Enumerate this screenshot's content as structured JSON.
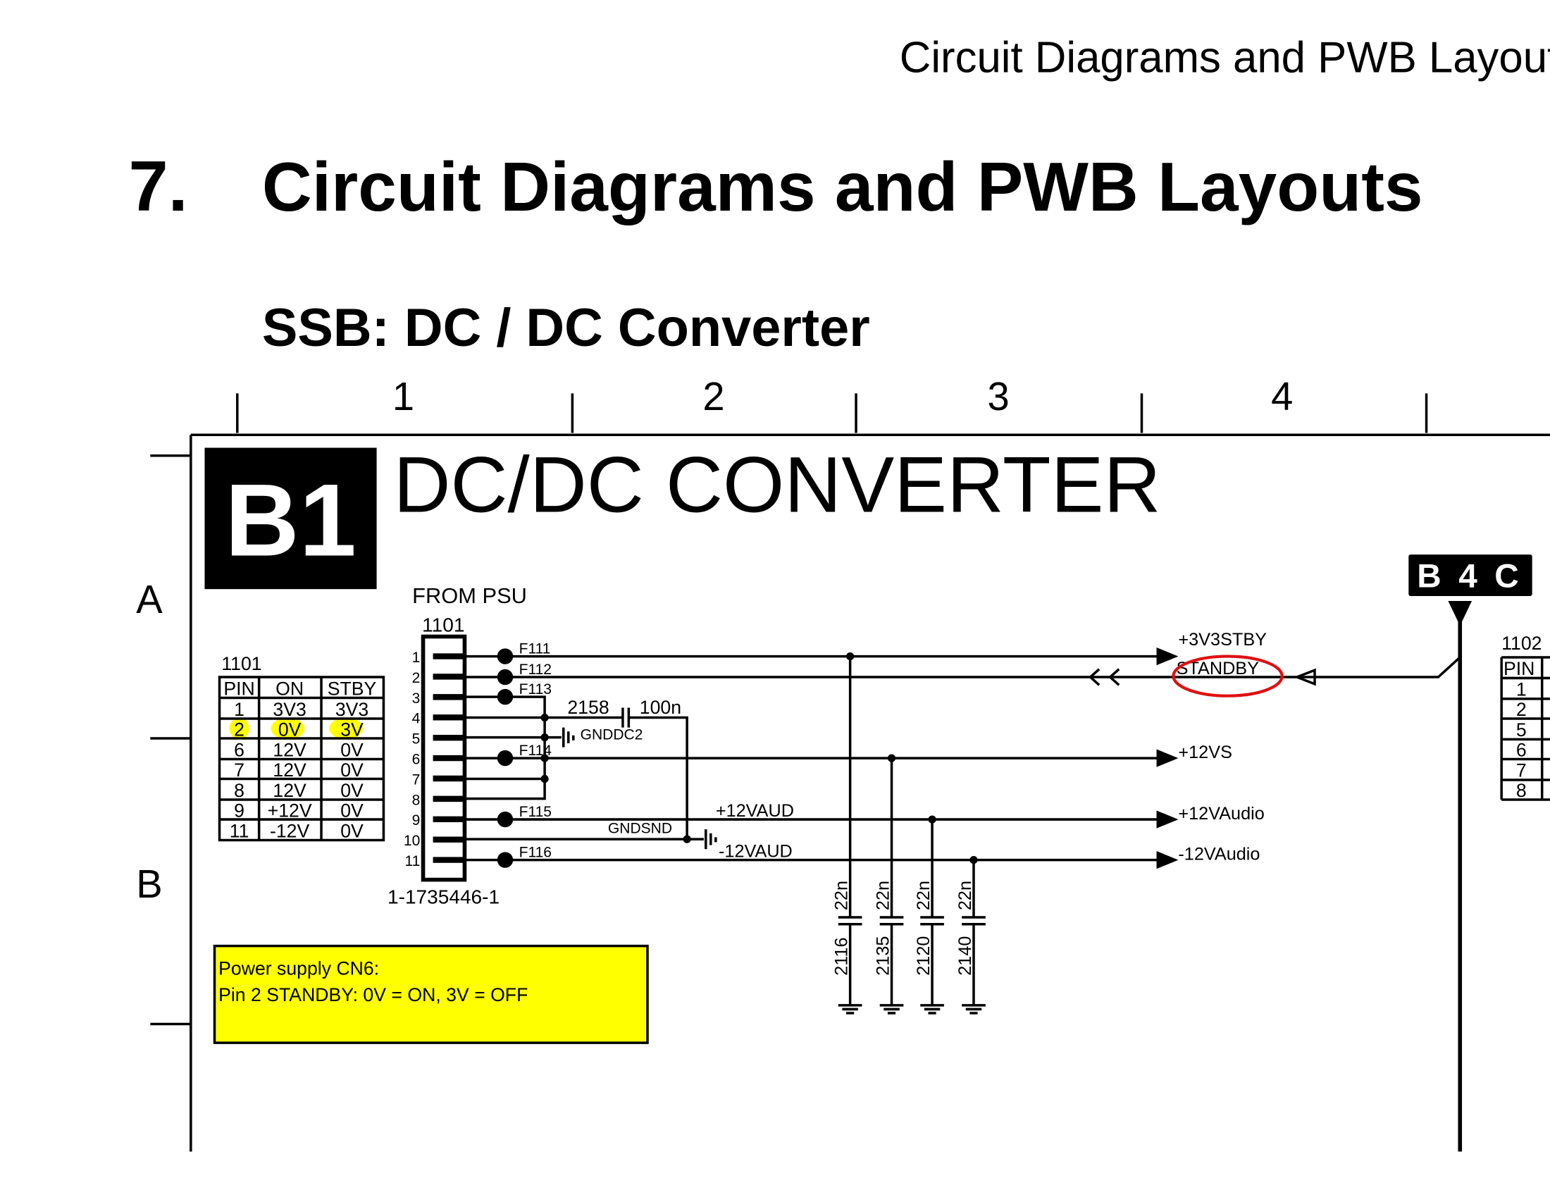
{
  "header": {
    "running_title": "Circuit Diagrams and PWB Layouts"
  },
  "chapter": {
    "number": "7.",
    "title": "Circuit Diagrams and PWB Layouts"
  },
  "section_title": "SSB: DC / DC Converter",
  "grid": {
    "columns": [
      "1",
      "2",
      "3",
      "4"
    ],
    "rows": [
      "A",
      "B"
    ]
  },
  "sheet": {
    "code": "B1",
    "title": "DC/DC CONVERTER",
    "ref_block": "B 4 C"
  },
  "connector": {
    "from": "FROM PSU",
    "ref": "1101",
    "part": "1-1735446-1",
    "pins": [
      "1",
      "2",
      "3",
      "4",
      "5",
      "6",
      "7",
      "8",
      "9",
      "10",
      "11"
    ]
  },
  "fuses": [
    "F111",
    "F112",
    "F113",
    "F114",
    "F115",
    "F116"
  ],
  "capacitor_2158": {
    "ref": "2158",
    "value": "100n"
  },
  "grounds": {
    "gnd_dc": "GNDDC2",
    "gnd_snd": "GNDSND"
  },
  "nets": {
    "p12vaud": "+12VAUD",
    "m12vaud": "-12VAUD"
  },
  "outputs": [
    "+3V3STBY",
    "STANDBY",
    "+12VS",
    "+12VAudio",
    "-12VAudio"
  ],
  "decoupling": [
    {
      "ref": "2116",
      "value": "22n"
    },
    {
      "ref": "2135",
      "value": "22n"
    },
    {
      "ref": "2120",
      "value": "22n"
    },
    {
      "ref": "2140",
      "value": "22n"
    }
  ],
  "pin_table": {
    "label": "1101",
    "headers": [
      "PIN",
      "ON",
      "STBY"
    ],
    "rows": [
      [
        "1",
        "3V3",
        "3V3"
      ],
      [
        "2",
        "0V",
        "3V"
      ],
      [
        "6",
        "12V",
        "0V"
      ],
      [
        "7",
        "12V",
        "0V"
      ],
      [
        "8",
        "12V",
        "0V"
      ],
      [
        "9",
        "+12V",
        "0V"
      ],
      [
        "11",
        "-12V",
        "0V"
      ]
    ],
    "highlighted_row": 1
  },
  "pin_table_2": {
    "label": "1102",
    "header": "PIN",
    "pins": [
      "1",
      "2",
      "5",
      "6",
      "7",
      "8"
    ]
  },
  "note": {
    "line1": "Power supply CN6:",
    "line2": "Pin 2 STANDBY: 0V = ON, 3V = OFF"
  },
  "colors": {
    "highlight": "#ffff00",
    "annotation": "#e01010",
    "note_bg": "#ffff00"
  }
}
